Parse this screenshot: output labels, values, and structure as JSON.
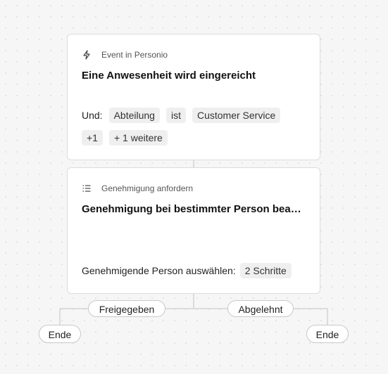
{
  "trigger": {
    "header": "Event in Personio",
    "icon": "lightning-icon",
    "title": "Eine Anwesenheit wird eingereicht",
    "condition_prefix": "Und:",
    "conditions": [
      "Abteilung",
      "ist",
      "Customer Service"
    ],
    "extra_chips": [
      "+1",
      "+ 1 weitere"
    ]
  },
  "approval": {
    "header": "Genehmigung anfordern",
    "icon": "checklist-icon",
    "title": "Genehmigung bei bestimmter Person bea…",
    "approver_label": "Genehmigende Person auswählen:",
    "approver_value": "2 Schritte"
  },
  "branches": {
    "approved_label": "Freigegeben",
    "rejected_label": "Abgelehnt",
    "end_left": "Ende",
    "end_right": "Ende"
  },
  "colors": {
    "background": "#f6f6f6",
    "card_border": "#dcdcdc",
    "connector": "#d4d4d4",
    "chip_bg": "#efefef"
  }
}
